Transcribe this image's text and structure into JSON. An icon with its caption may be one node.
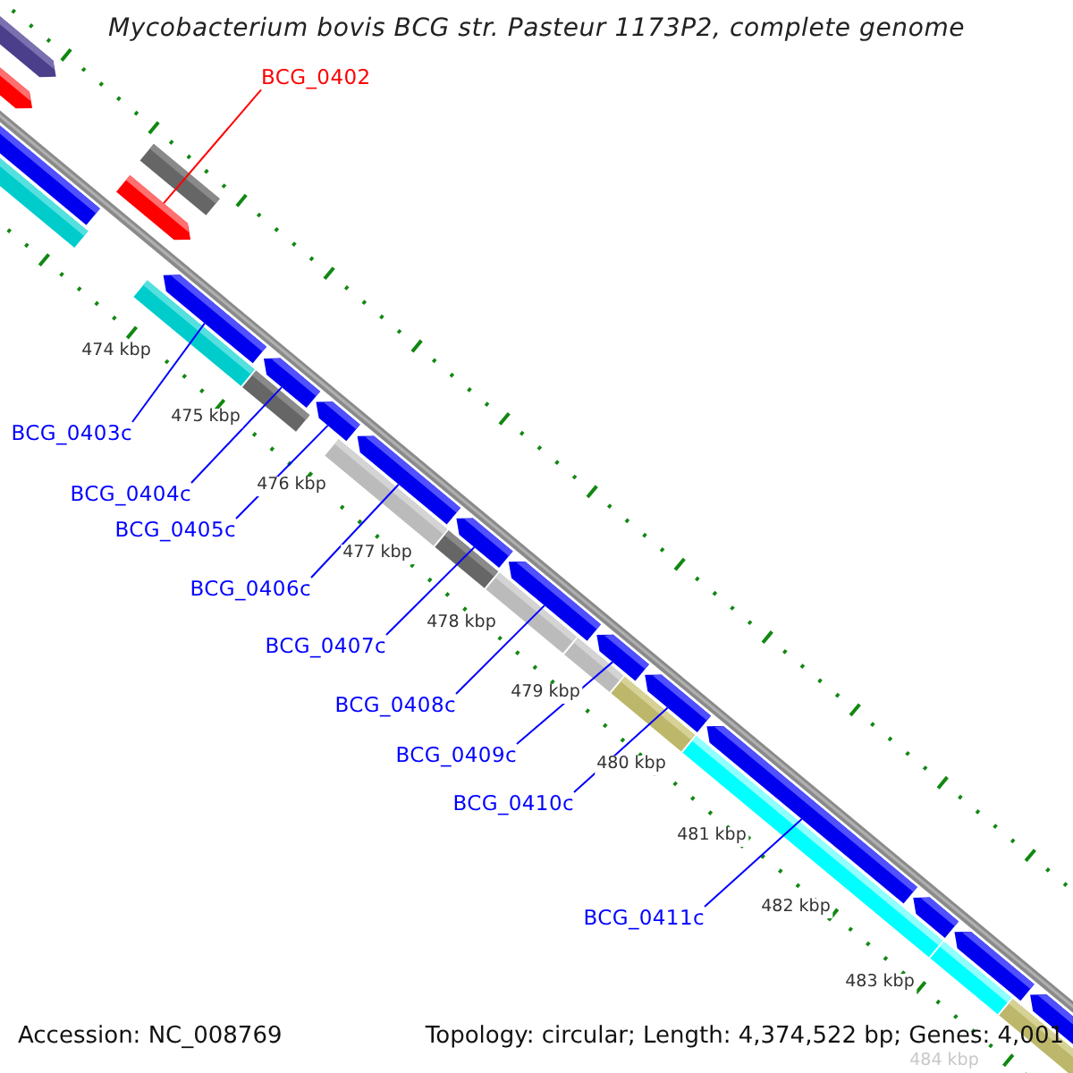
{
  "diagram": {
    "title": "Mycobacterium bovis BCG str. Pasteur 1173P2, complete genome",
    "nodes": [
      {
        "text": [
          "BCG_0402"
        ]
      },
      {
        "text": [
          "BCG_0403c"
        ]
      },
      {
        "text": [
          "BCG_0404c"
        ]
      },
      {
        "text": [
          "BCG_0405c"
        ]
      },
      {
        "text": [
          "BCG_0406c"
        ]
      },
      {
        "text": [
          "BCG_0407c"
        ]
      },
      {
        "text": [
          "BCG_0408c"
        ]
      },
      {
        "text": [
          "BCG_0409c"
        ]
      },
      {
        "text": [
          "BCG_0410c"
        ]
      },
      {
        "text": [
          "BCG_0411c"
        ]
      },
      {
        "text": [],
        "shape": "bar"
      },
      {
        "text": [],
        "shape": "bar"
      },
      {
        "text": [],
        "shape": "bar"
      },
      {
        "text": [],
        "shape": "bar"
      },
      {
        "text": [],
        "shape": "bar"
      },
      {
        "text": [],
        "shape": "bar"
      },
      {
        "text": [],
        "shape": "bar"
      },
      {
        "text": [],
        "shape": "bar"
      },
      {
        "text": [],
        "shape": "bar"
      },
      {
        "text": [],
        "shape": "bar"
      },
      {
        "text": [],
        "shape": "bar"
      },
      {
        "text": [],
        "shape": "bar"
      },
      {
        "text": [],
        "shape": "bar"
      },
      {
        "text": [],
        "shape": "bar"
      }
    ],
    "edges": [
      {
        "from": 0,
        "to": 11,
        "arrow": "none",
        "color": "#ff0000"
      },
      {
        "from": 1,
        "to": 12,
        "arrow": "none"
      },
      {
        "from": 2,
        "to": 13,
        "arrow": "none"
      },
      {
        "from": 3,
        "to": 14,
        "arrow": "none"
      },
      {
        "from": 4,
        "to": 15,
        "arrow": "none"
      },
      {
        "from": 5,
        "to": 16,
        "arrow": "none"
      },
      {
        "from": 6,
        "to": 17,
        "arrow": "none"
      },
      {
        "from": 7,
        "to": 18,
        "arrow": "none"
      },
      {
        "from": 8,
        "to": 19,
        "arrow": "none"
      },
      {
        "from": 9,
        "to": 20,
        "arrow": "none"
      }
    ],
    "labels": [
      "474 kbp",
      "475 kbp",
      "476 kbp",
      "477 kbp",
      "478 kbp",
      "479 kbp",
      "480 kbp",
      "481 kbp",
      "482 kbp",
      "483 kbp",
      "484 kbp",
      "Accession: NC_008769",
      "Topology: circular; Length: 4,374,522 bp; Genes: 4,001"
    ]
  }
}
